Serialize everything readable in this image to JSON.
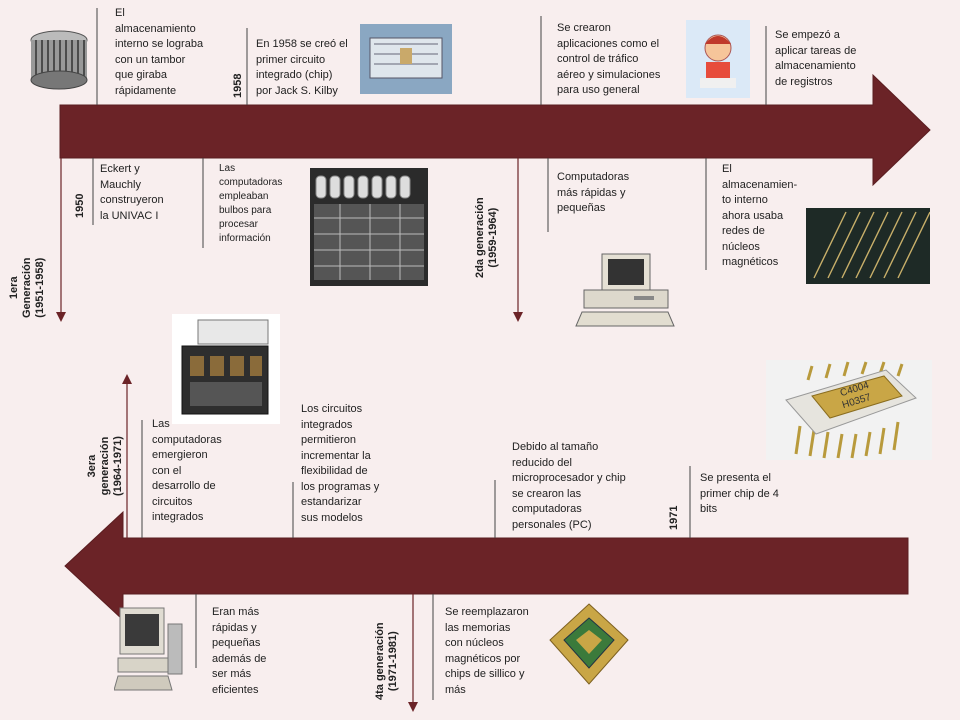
{
  "generations": {
    "g1": "1era\nGeneración\n(1951-1958)",
    "g2": "2da generación\n(1959-1964)",
    "g3": "3era\ngeneración\n(1964-1971)",
    "g4": "4ta generación\n(1971-1981)"
  },
  "years": {
    "y1958": "1958",
    "y1950": "1950",
    "y1971": "1971"
  },
  "top_notes": {
    "drum": "El\nalmacenamiento\ninterno se lograba\ncon un tambor\nque giraba\nrápidamente",
    "chip1958": "En 1958 se creó el\nprimer circuito\nintegrado (chip)\npor Jack S. Kilby",
    "apps": "Se crearon\naplicaciones como el\ncontrol de tráfico\naéreo y simulaciones\npara uso general",
    "records": "Se empezó a\naplicar tareas de\nalmacenamiento\nde registros",
    "univac": "Eckert y\nMauchly\nconstruyeron\nla UNIVAC I",
    "tubes": "Las\ncomputadoras\nempleaban\nbulbos para\nprocesar\ninformación",
    "faster2": "Computadoras\nmás rápidas y\npequeñas",
    "cores": "El\nalmacenamien-\nto interno\nahora usaba\nredes de\nnúcleos\nmagnéticos"
  },
  "bottom_notes": {
    "ic_emerged": "Las\ncomputadoras\nemergieron\ncon el\ndesarrollo de\ncircuitos\nintegrados",
    "flex": "Los circuitos\nintegrados\npermitieron\nincrementar la\nflexibilidad de\nlos programas y\nestandarizar\nsus modelos",
    "pc": "Debido al tamaño\nreducido del\nmicroprocesador y chip\nse crearon las\ncomputadoras\npersonales (PC)",
    "chip4": "Se presenta el\nprimer chip de 4\nbits",
    "faster4": "Eran más\nrápidas y\npequeñas\nademás de\nser más\neficientes",
    "silicon": "Se reemplazaron\nlas memorias\ncon núcleos\nmagnéticos por\nchips de sillico y\nmás"
  },
  "chip_marking": {
    "line1": "C4004",
    "line2": "H0357"
  },
  "colors": {
    "arrow": "#6b2327",
    "background": "#f8eeee"
  }
}
